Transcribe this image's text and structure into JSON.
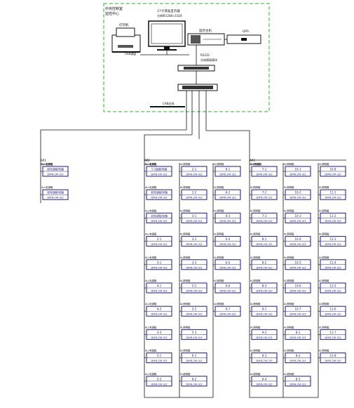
{
  "colors": {
    "control_room_border": "#22bb22",
    "lines": "#111111",
    "device_box": "#000000",
    "module_box": "#1a1a7a",
    "module_text": "#1a1a7a",
    "label": "#111111"
  },
  "control_room": {
    "title_line1": "中央控制室",
    "title_line2": "监控中心",
    "printer_label": "打印机",
    "monitor_label": "17寸液晶显示器",
    "monitor_sub": "分辨率1280×1024",
    "host_label": "监控主机",
    "ups_label": "UPS",
    "keyboard_label": "USB键盘",
    "converter_label": "RS232",
    "converter_sub": "光电隔离模块"
  },
  "bus_label": "CAN总线",
  "columns": [
    {
      "id": "left",
      "header1": "AP1",
      "header2": "ALL电源箱",
      "modules": [
        {
          "tag": "ALL电源箱",
          "name": "双电源配电箱",
          "code": "DMR-2M-3/3"
        },
        {
          "tag": "ALL电源箱",
          "name": "双电源配电箱",
          "code": "DMR-2M-3/3"
        }
      ]
    },
    {
      "id": "c1",
      "header1": "AP2",
      "header2": "ALL电源箱",
      "modules": [
        {
          "tag": "ALL电源箱",
          "name": "1-1层配电箱",
          "code": "DMR-2M-3/3"
        },
        {
          "tag": "ALL电源箱",
          "name": "双电源配电箱",
          "code": "DMR-2M-3/3"
        },
        {
          "tag": "ALL电源箱",
          "name": "双电源配电箱",
          "code": "DMR-2M-3/3"
        },
        {
          "tag": "ALL电源箱",
          "name": "2-1",
          "code": "DMR-2M-3/3"
        },
        {
          "tag": "ALL电源箱",
          "name": "3-1",
          "code": "DMR-2M-3/3"
        },
        {
          "tag": "ALL电源箱",
          "name": "4-1",
          "code": "DMR-2M-3/3"
        },
        {
          "tag": "ALL电源箱",
          "name": "4-2",
          "code": "DMR-2M-3/3"
        },
        {
          "tag": "ALL电源箱",
          "name": "4-3",
          "code": "DMR-2M-3/3"
        },
        {
          "tag": "ALL电源箱",
          "name": "5-1",
          "code": "DMR-2M-3/3"
        },
        {
          "tag": "ALL电源箱",
          "name": "5-2",
          "code": "DMR-2M-3/3"
        }
      ]
    },
    {
      "id": "c2",
      "header1": "",
      "header2": "",
      "modules": [
        {
          "tag": "AL照明箱",
          "name": "2-1",
          "code": "DMR-2M-3/3"
        },
        {
          "tag": "AL照明箱",
          "name": "2-2",
          "code": "DMR-2M-3/3"
        },
        {
          "tag": "AL照明箱",
          "name": "3-1",
          "code": "DMR-2M-3/3"
        },
        {
          "tag": "AL照明箱",
          "name": "3-2",
          "code": "DMR-2M-3/3"
        },
        {
          "tag": "AL照明箱",
          "name": "3-3",
          "code": "DMR-2M-3/3"
        },
        {
          "tag": "AL照明箱",
          "name": "5-1",
          "code": "DMR-2M-3/3"
        },
        {
          "tag": "AL照明箱",
          "name": "5-2",
          "code": "DMR-2M-3/3"
        },
        {
          "tag": "AL照明箱",
          "name": "5-3",
          "code": "DMR-2M-3/3"
        },
        {
          "tag": "AL照明箱",
          "name": "6-1",
          "code": "DMR-2M-3/3"
        },
        {
          "tag": "AL照明箱",
          "name": "6-2",
          "code": "DMR-2M-3/3"
        }
      ]
    },
    {
      "id": "c3",
      "header1": "",
      "header2": "",
      "modules": [
        {
          "tag": "AL照明箱",
          "name": "6-1",
          "code": "DMR-2M-3/3"
        },
        {
          "tag": "AL照明箱",
          "name": "6-2",
          "code": "DMR-2M-3/3"
        },
        {
          "tag": "AL照明箱",
          "name": "6-3",
          "code": "DMR-2M-3/3"
        },
        {
          "tag": "AL照明箱",
          "name": "6-4",
          "code": "DMR-2M-3/3"
        },
        {
          "tag": "AL照明箱",
          "name": "6-5",
          "code": "DMR-2M-3/3"
        },
        {
          "tag": "AL照明箱",
          "name": "6-6",
          "code": "DMR-2M-3/3"
        },
        {
          "tag": "AL照明箱",
          "name": "6-7",
          "code": "DMR-2M-3/3"
        }
      ]
    },
    {
      "id": "c4",
      "header1": "AP3",
      "header2": "ALL电源箱",
      "modules": [
        {
          "tag": "AL照明箱",
          "name": "7-1",
          "code": "DMR-2M-3/3"
        },
        {
          "tag": "AL照明箱",
          "name": "7-2",
          "code": "DMR-2M-3/3"
        },
        {
          "tag": "AL照明箱",
          "name": "7-3",
          "code": "DMR-2M-3/3"
        },
        {
          "tag": "AL照明箱",
          "name": "8-1",
          "code": "DMR-2M-3/3"
        },
        {
          "tag": "AL照明箱",
          "name": "8-2",
          "code": "DMR-2M-3/3"
        },
        {
          "tag": "AL照明箱",
          "name": "8-3",
          "code": "DMR-2M-3/3"
        },
        {
          "tag": "AL照明箱",
          "name": "9-1",
          "code": "DMR-2M-3/3"
        },
        {
          "tag": "AL照明箱",
          "name": "9-2",
          "code": "DMR-2M-3/3"
        },
        {
          "tag": "AL照明箱",
          "name": "9-3",
          "code": "DMR-2M-3/3"
        },
        {
          "tag": "AL照明箱",
          "name": "9-4",
          "code": "DMR-2M-3/3"
        }
      ]
    },
    {
      "id": "c5",
      "header1": "",
      "header2": "",
      "modules": [
        {
          "tag": "AL照明箱",
          "name": "10-1",
          "code": "DMR-2M-3/3"
        },
        {
          "tag": "AL照明箱",
          "name": "10-2",
          "code": "DMR-2M-3/3"
        },
        {
          "tag": "AL照明箱",
          "name": "10-3",
          "code": "DMR-2M-3/3"
        },
        {
          "tag": "AL照明箱",
          "name": "10-4",
          "code": "DMR-2M-3/3"
        },
        {
          "tag": "AL照明箱",
          "name": "10-5",
          "code": "DMR-2M-3/3"
        },
        {
          "tag": "AL照明箱",
          "name": "10-6",
          "code": "DMR-2M-3/3"
        },
        {
          "tag": "AL照明箱",
          "name": "10-7",
          "code": "DMR-2M-3/3"
        },
        {
          "tag": "AL照明箱",
          "name": "8-1",
          "code": "DMR-2M-3/3"
        },
        {
          "tag": "AL照明箱",
          "name": "8-2",
          "code": "DMR-2M-3/3"
        },
        {
          "tag": "AL照明箱",
          "name": "8-3",
          "code": "DMR-2M-3/3"
        }
      ]
    },
    {
      "id": "c6",
      "header1": "",
      "header2": "",
      "modules": [
        {
          "tag": "AL照明箱",
          "name": "10-8",
          "code": "DMR-2M-3/3"
        },
        {
          "tag": "AL照明箱",
          "name": "11-1",
          "code": "DMR-2M-3/3"
        },
        {
          "tag": "AL照明箱",
          "name": "11-2",
          "code": "DMR-2M-3/3"
        },
        {
          "tag": "AL照明箱",
          "name": "11-3",
          "code": "DMR-2M-3/3"
        },
        {
          "tag": "AL照明箱",
          "name": "11-4",
          "code": "DMR-2M-3/3"
        },
        {
          "tag": "AL照明箱",
          "name": "11-5",
          "code": "DMR-2M-3/3"
        },
        {
          "tag": "AL照明箱",
          "name": "11-6",
          "code": "DMR-2M-3/3"
        },
        {
          "tag": "AL照明箱",
          "name": "11-7",
          "code": "DMR-2M-3/3"
        },
        {
          "tag": "AL照明箱",
          "name": "11-8",
          "code": "DMR-2M-3/3"
        }
      ]
    }
  ]
}
